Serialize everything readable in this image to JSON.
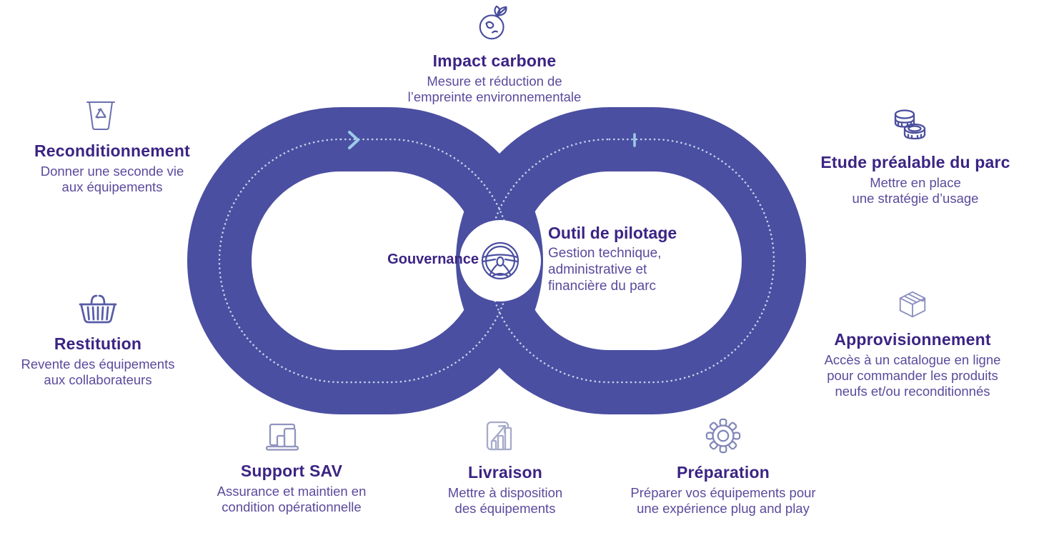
{
  "colors": {
    "band": "#4B4FA1",
    "title_text": "#3B2484",
    "subtitle_text": "#5B4A9C",
    "dots": "#C3DCEF",
    "arrow": "#9CCBE8",
    "circle_fill": "#ffffff"
  },
  "icon_colors": {
    "globe": "#474B9B",
    "bin": "#6B70AE",
    "basket": "#575CA6",
    "coins": "#4A4F9E",
    "box": "#8A8EBE",
    "devices": "#9094BE",
    "chart": "#A6AACA",
    "gear": "#8186B8",
    "wheel": "#4B4FA1"
  },
  "center": {
    "governance_label": "Gouvernance",
    "tool_title": "Outil de pilotage",
    "tool_desc": "Gestion technique,\nadministrative et\nfinancière du parc"
  },
  "stages": [
    {
      "id": "impact-carbone",
      "title": "Impact carbone",
      "desc": "Mesure et réduction de\nl’empreinte environnementale"
    },
    {
      "id": "etude-prealable",
      "title": "Etude préalable du parc",
      "desc": "Mettre en place\nune stratégie d’usage"
    },
    {
      "id": "approvisionnement",
      "title": "Approvisionnement",
      "desc": "Accès à un catalogue en ligne\npour commander les produits\nneufs et/ou reconditionnés"
    },
    {
      "id": "preparation",
      "title": "Préparation",
      "desc": "Préparer vos équipements pour\nune expérience plug and play"
    },
    {
      "id": "livraison",
      "title": "Livraison",
      "desc": "Mettre à disposition\ndes équipements"
    },
    {
      "id": "support-sav",
      "title": "Support SAV",
      "desc": "Assurance et maintien en\ncondition opérationnelle"
    },
    {
      "id": "restitution",
      "title": "Restitution",
      "desc": "Revente des équipements\naux collaborateurs"
    },
    {
      "id": "reconditionnement",
      "title": "Reconditionnement",
      "desc": "Donner une seconde vie\naux équipements"
    }
  ]
}
